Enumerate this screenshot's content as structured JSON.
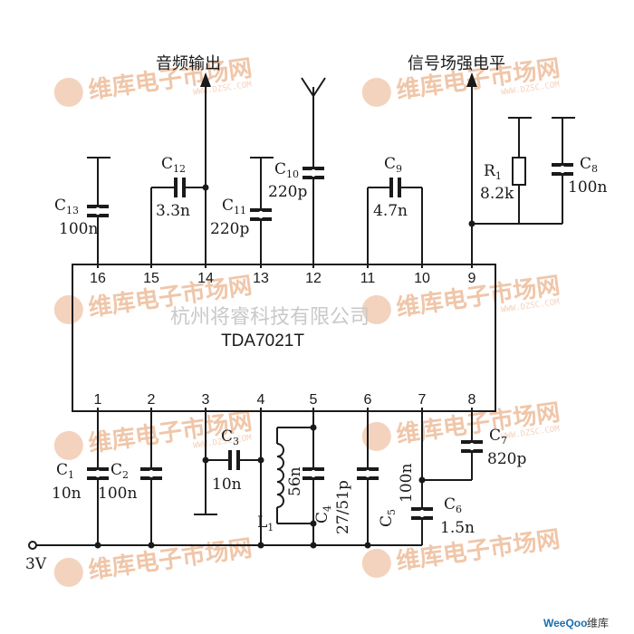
{
  "watermark": {
    "brand": "维库电子市场网",
    "site": "WWW.DZSC.COM",
    "company": "杭州将睿科技有限公司"
  },
  "footer": {
    "logo_a": "WeeQoo",
    "logo_b": "维库"
  },
  "chip": {
    "name": "TDA7021T"
  },
  "labels": {
    "audio_out": "音频输出",
    "signal": "信号场强电平",
    "supply": "3V"
  },
  "top_pins": [
    "16",
    "15",
    "14",
    "13",
    "12",
    "11",
    "10",
    "9"
  ],
  "bottom_pins": [
    "1",
    "2",
    "3",
    "4",
    "5",
    "6",
    "7",
    "8"
  ],
  "components": {
    "c13": {
      "ref": "C",
      "sub": "13",
      "val": "100n"
    },
    "c12": {
      "ref": "C",
      "sub": "12",
      "val": "3.3n"
    },
    "c11": {
      "ref": "C",
      "sub": "11",
      "val": "220p"
    },
    "c10": {
      "ref": "C",
      "sub": "10",
      "val": "220p"
    },
    "c9": {
      "ref": "C",
      "sub": "9",
      "val": "4.7n"
    },
    "r1": {
      "ref": "R",
      "sub": "1",
      "val": "8.2k"
    },
    "c8": {
      "ref": "C",
      "sub": "8",
      "val": "100n"
    },
    "c1": {
      "ref": "C",
      "sub": "1",
      "val": "10n"
    },
    "c2": {
      "ref": "C",
      "sub": "2",
      "val": "100n"
    },
    "c3": {
      "ref": "C",
      "sub": "3",
      "val": "10n"
    },
    "l1": {
      "ref": "L",
      "sub": "1",
      "val": "56n"
    },
    "c4": {
      "ref": "C",
      "sub": "4",
      "val": "27/51p"
    },
    "c5": {
      "ref": "C",
      "sub": "5",
      "val": "100n"
    },
    "c6": {
      "ref": "C",
      "sub": "6",
      "val": "1.5n"
    },
    "c7": {
      "ref": "C",
      "sub": "7",
      "val": "820p"
    }
  }
}
